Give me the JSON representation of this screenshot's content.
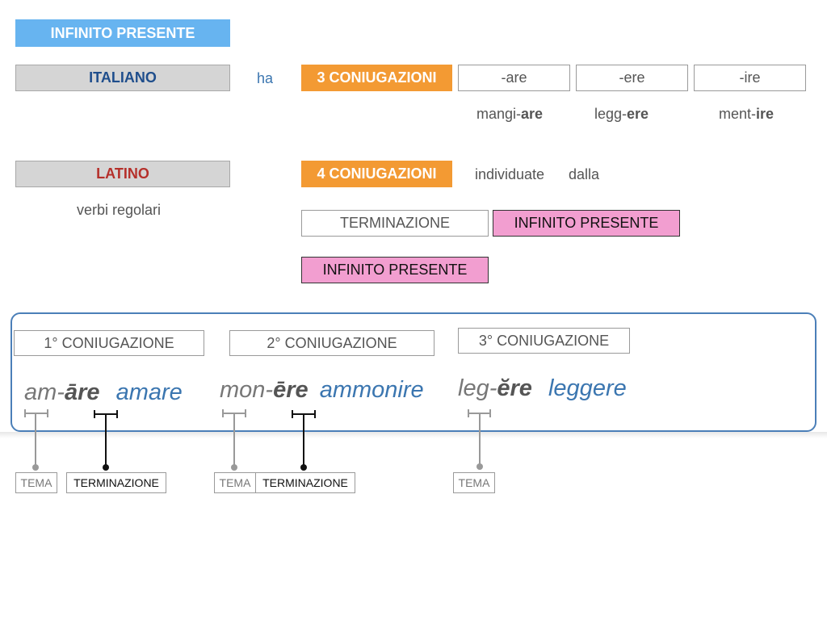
{
  "header": {
    "title": "INFINITO PRESENTE"
  },
  "italiano": {
    "label": "ITALIANO",
    "verb": "ha",
    "conj_count": "3 CONIUGAZIONI",
    "endings": [
      "-are",
      "-ere",
      "-ire"
    ],
    "examples": [
      {
        "stem": "mangi-",
        "ending": "are"
      },
      {
        "stem": "legg-",
        "ending": "ere"
      },
      {
        "stem": "ment-",
        "ending": "ire"
      }
    ]
  },
  "latino": {
    "label": "LATINO",
    "note": "verbi regolari",
    "conj_count": "4 CONIUGAZIONI",
    "phrase_a": "individuate",
    "phrase_b": "dalla",
    "termination": "TERMINAZIONE",
    "infinitive_a": "INFINITO PRESENTE",
    "infinitive_b": "INFINITO PRESENTE"
  },
  "conjugations": [
    {
      "label": "1° CONIUGAZIONE",
      "stem": "am-",
      "ending_mark": "ā",
      "ending_rest": "re",
      "translation": "amare"
    },
    {
      "label": "2° CONIUGAZIONE",
      "stem": "mon-",
      "ending_mark": "ē",
      "ending_rest": "re",
      "translation": "ammonire"
    },
    {
      "label": "3° CONIUGAZIONE",
      "stem": "leg-",
      "ending_mark": "ĕ",
      "ending_rest": "re",
      "translation": "leggere"
    }
  ],
  "parts": {
    "tema": "TEMA",
    "terminazione": "TERMINAZIONE"
  },
  "colors": {
    "header_blue": "#67b4f0",
    "italiano_text": "#1f4e8c",
    "latino_text": "#b5302b",
    "orange": "#f39a33",
    "pink": "#f29ed0",
    "panel_border": "#4b7fb8",
    "translation_blue": "#3b76b0"
  }
}
